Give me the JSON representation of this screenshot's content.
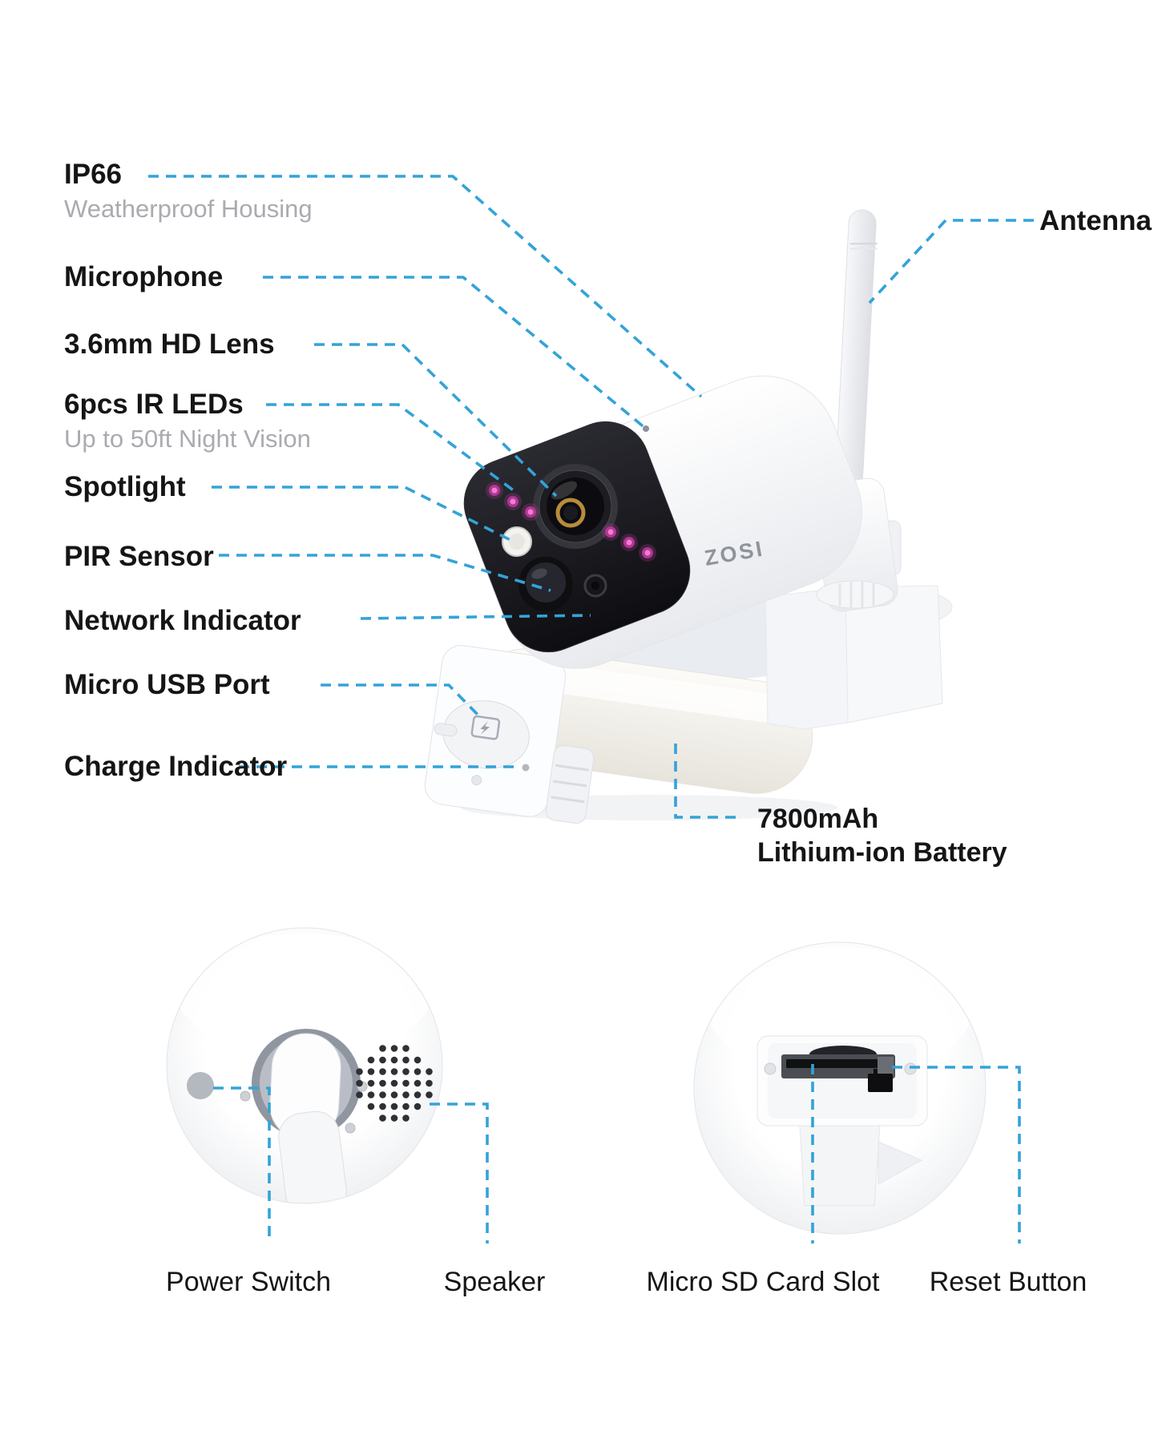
{
  "brand_logo": "ZOSI",
  "colors": {
    "leader_line": "#33a3d8",
    "label_text": "#151515",
    "sublabel_text": "#a9abb0",
    "ir_led": "#c13a9e",
    "gold_connector": "#c9a54a"
  },
  "callouts": {
    "ip66": {
      "title": "IP66",
      "subtitle": "Weatherproof Housing"
    },
    "microphone": {
      "title": "Microphone"
    },
    "lens": {
      "title": "3.6mm HD Lens"
    },
    "ir_leds": {
      "title": "6pcs IR LEDs",
      "subtitle": "Up to 50ft Night Vision"
    },
    "spotlight": {
      "title": "Spotlight"
    },
    "pir_sensor": {
      "title": "PIR Sensor"
    },
    "network_indicator": {
      "title": "Network Indicator"
    },
    "micro_usb": {
      "title": "Micro USB Port"
    },
    "charge_indicator": {
      "title": "Charge Indicator"
    },
    "antenna": {
      "title": "Antenna"
    },
    "battery": {
      "title": "7800mAh",
      "subtitle": "Lithium-ion Battery"
    },
    "power_switch": {
      "title": "Power Switch"
    },
    "speaker": {
      "title": "Speaker"
    },
    "sd_card": {
      "title": "Micro SD Card Slot"
    },
    "reset_button": {
      "title": "Reset Button"
    }
  }
}
